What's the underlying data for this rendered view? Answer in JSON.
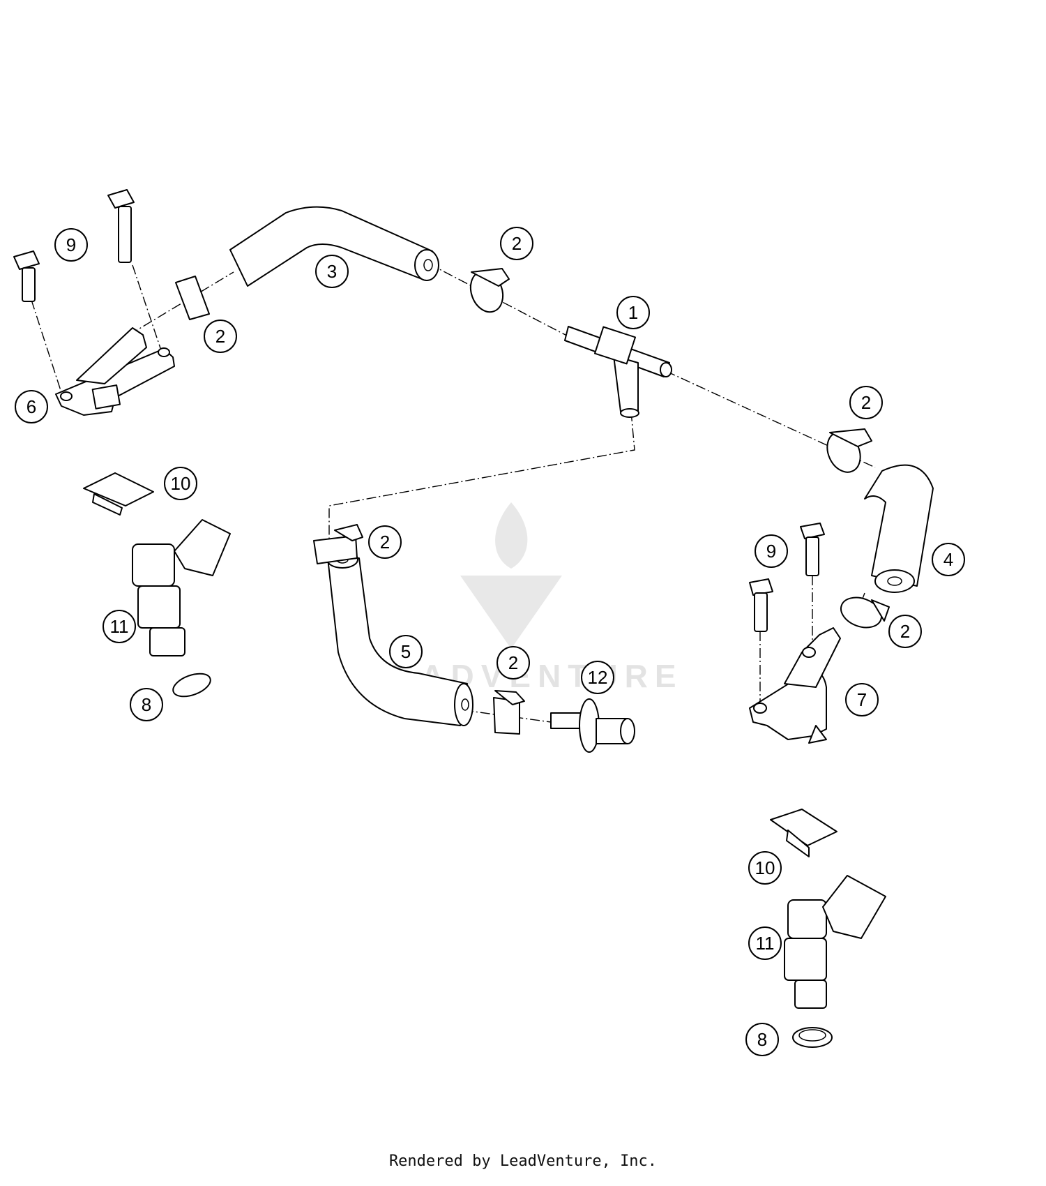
{
  "footer": {
    "credit": "Rendered by LeadVenture, Inc."
  },
  "watermark": {
    "text": "LEADVENTURE"
  },
  "callouts": [
    "1",
    "2",
    "2",
    "2",
    "2",
    "2",
    "2",
    "3",
    "4",
    "5",
    "6",
    "7",
    "8",
    "8",
    "9",
    "9",
    "10",
    "10",
    "11",
    "11",
    "12"
  ]
}
